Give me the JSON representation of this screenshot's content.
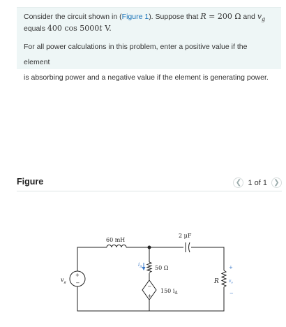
{
  "problem": {
    "line1_prefix": "Consider the circuit shown in (",
    "figure_link": "Figure 1",
    "line1_mid": "). Suppose that ",
    "R_symbol": "R",
    "R_value": " = 200 Ω",
    "line1_and": " and ",
    "vg_symbol": "v",
    "vg_sub": "g",
    "line2_prefix": "equals ",
    "vg_expr": "400 cos 5000",
    "vg_t": "t",
    "vg_unit": " V.",
    "instruction_line1": "For all power calculations in this problem, enter a positive value if the element",
    "instruction_line2": "is absorbing power and a negative value if the element is generating power."
  },
  "figure": {
    "title": "Figure",
    "pager_text": "1 of 1",
    "prev_icon": "chevron-left-icon",
    "next_icon": "chevron-right-icon"
  },
  "circuit": {
    "inductor_label": "60 mH",
    "capacitor_label": "2 μF",
    "resistor_label": "50 Ω",
    "current_label": "i",
    "current_sub": "Δ",
    "dependent_source_label": "150 i",
    "dependent_source_sub": "Δ",
    "source_label": "v",
    "source_sub": "g",
    "load_label": "R",
    "output_label": "v",
    "output_sub": "o",
    "plus": "+",
    "minus": "−"
  },
  "colors": {
    "accent_link": "#1a73b8",
    "panel_bg": "#eef6f6",
    "polarity_blue": "#3a78c8"
  }
}
